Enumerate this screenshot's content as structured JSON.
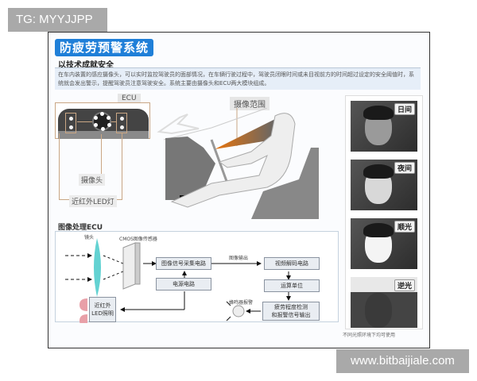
{
  "watermarks": {
    "top": "TG: MYYJJPP",
    "bottom": "www.bitbaijiale.com"
  },
  "header": {
    "title": "防疲劳预警系统",
    "subtitle": "以技术成就安全",
    "intro": "在车内装置的感应摄像头，可以实时监控驾驶员的面部情况，在车辆行驶过程中，驾驶员闭眼时间或未目视前方的时间超过设定的安全阈值时，系统就会发出警示，提醒驾驶员注意驾驶安全。系统主要由摄像头和ECU两大模块组成。"
  },
  "device": {
    "ecu_label": "ECU",
    "camera_label": "摄像头",
    "led_label": "近红外LED灯",
    "range_label": "摄像范围"
  },
  "photos": {
    "items": [
      {
        "tag": "日间"
      },
      {
        "tag": "夜间"
      },
      {
        "tag": "顺光"
      },
      {
        "tag": "逆光"
      }
    ],
    "caption": "不同光照环境下均可使用"
  },
  "flow": {
    "title": "图像处理ECU",
    "lens_label": "镜头",
    "cmos_label": "CMOS图像传感器",
    "image_output_label": "图像输出",
    "buzzer_label": "蜂鸣器报警",
    "boxes": {
      "capture": "图像信号采集电路",
      "power": "电源电路",
      "decode": "视频解码电路",
      "compute": "运算单位",
      "detect_line1": "疲劳程度检测",
      "detect_line2": "和报警信号输出",
      "led_line1": "近红外",
      "led_line2": "LED照明"
    }
  },
  "colors": {
    "title_bg": "#1f7fd8",
    "intro_bg": "#e6eef8",
    "camera_range": "#e8740c",
    "lens": "#3cc7c7",
    "led_lamp": "#e8a0a8"
  }
}
